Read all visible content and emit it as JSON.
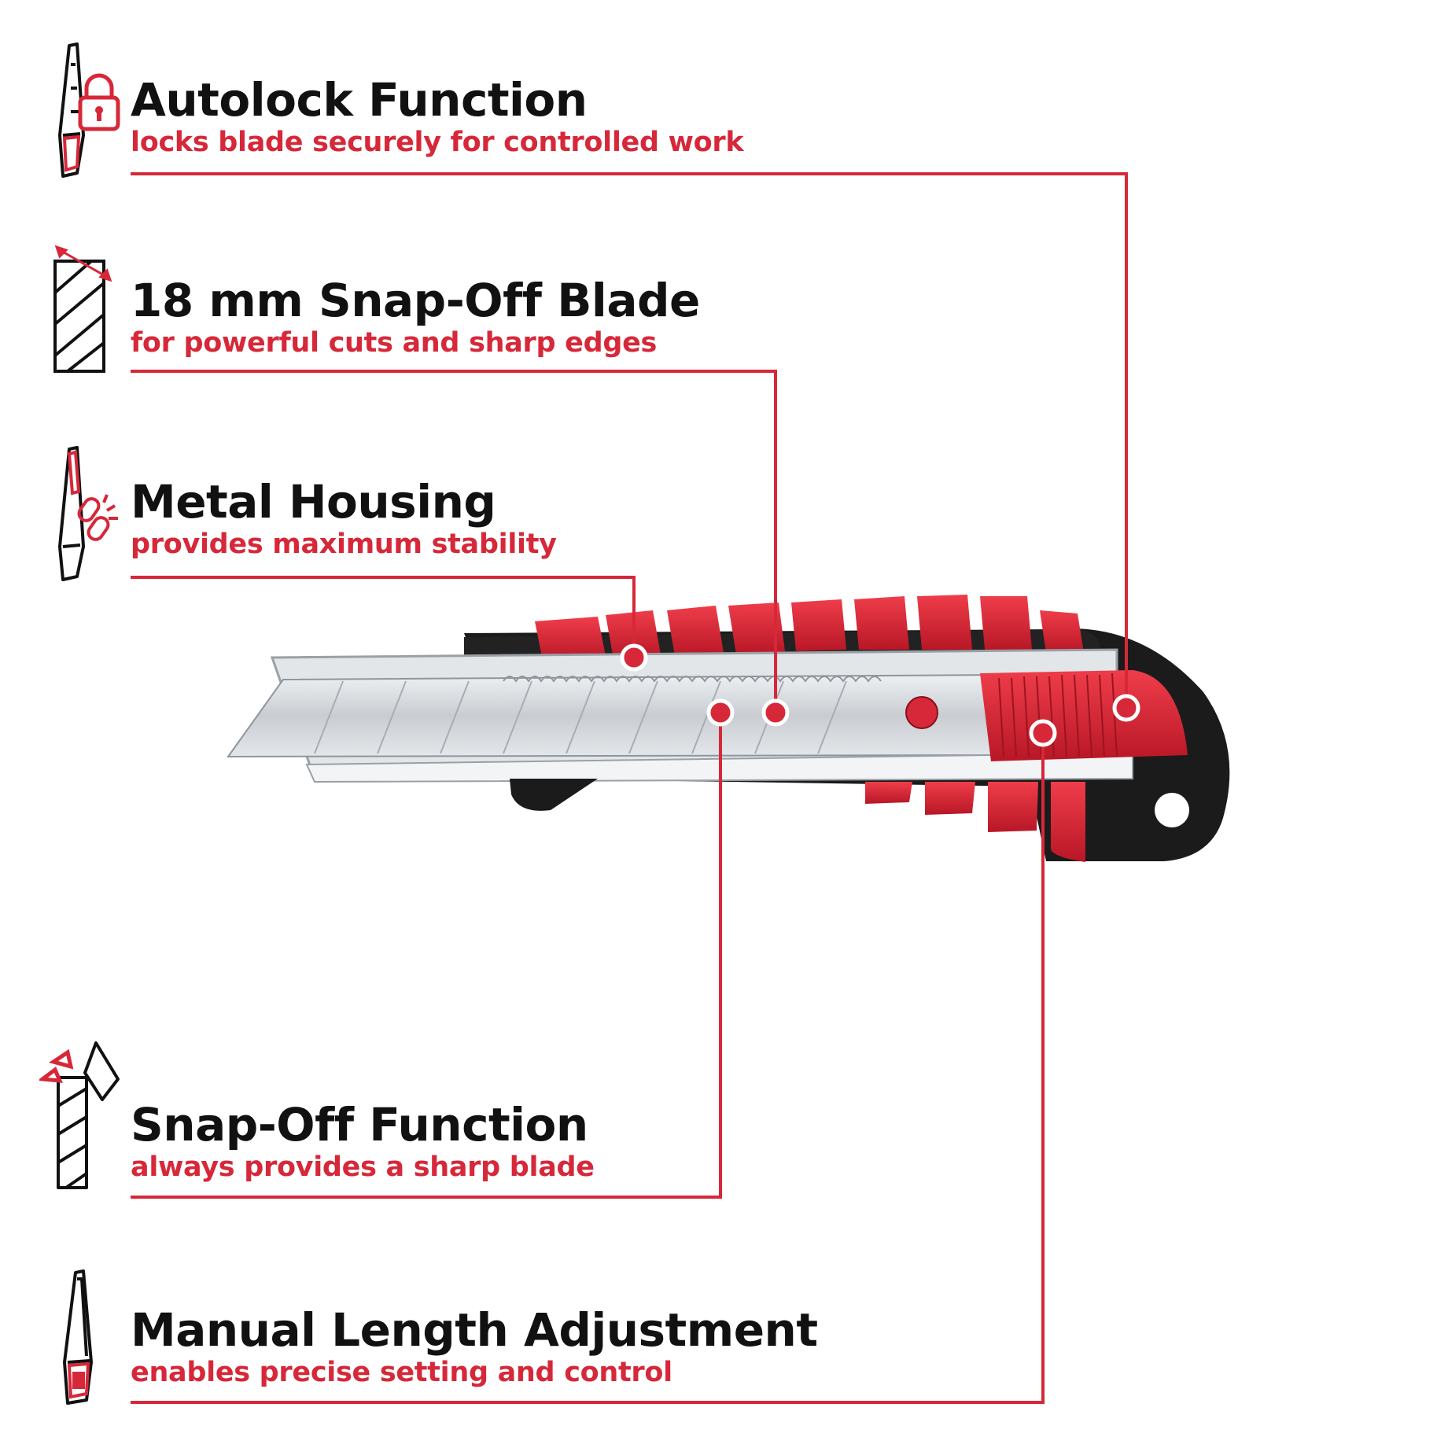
{
  "colors": {
    "accent": "#d62839",
    "text": "#111111",
    "handle_black": "#1b1b1b",
    "grip_red": "#d42030",
    "blade_silver": "#cfd3d8"
  },
  "features": [
    {
      "id": "autolock",
      "title": "Autolock Function",
      "subtitle": "locks blade securely for controlled work",
      "icon": "knife-lock-icon"
    },
    {
      "id": "blade",
      "title": "18 mm Snap-Off Blade",
      "subtitle": "for powerful cuts and sharp edges",
      "icon": "blade-width-icon"
    },
    {
      "id": "housing",
      "title": "Metal Housing",
      "subtitle": "provides maximum stability",
      "icon": "knife-chain-icon"
    },
    {
      "id": "snapoff",
      "title": "Snap-Off Function",
      "subtitle": "always provides a sharp blade",
      "icon": "snap-blade-icon"
    },
    {
      "id": "adjust",
      "title": "Manual Length Adjustment",
      "subtitle": "enables precise setting and control",
      "icon": "knife-slider-icon"
    }
  ],
  "product_image": {
    "icon": "utility-knife-illustration"
  }
}
